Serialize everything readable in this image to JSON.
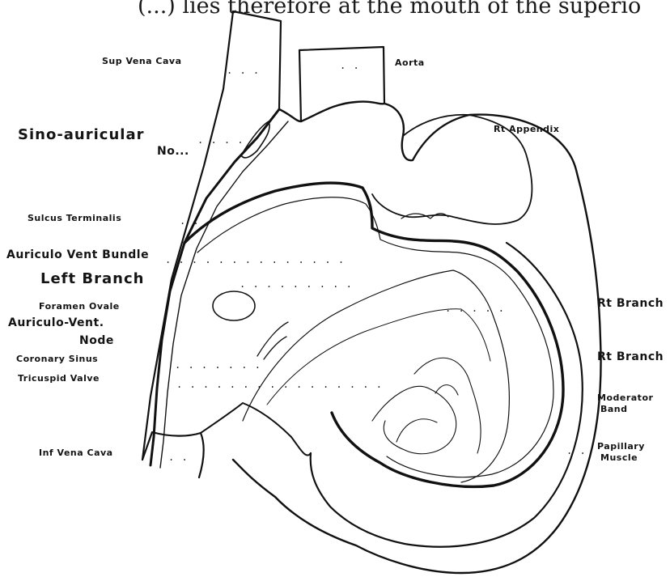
{
  "header": {
    "text": "(...) lies therefore at the mouth of the superio"
  },
  "labels": {
    "sup_vena_cava": "Sup Vena Cava",
    "aorta": "Aorta",
    "rt_appendix": "Rt Appendix",
    "sino_auricular": "Sino-auricular",
    "sino_node": "No...",
    "sulcus_terminalis": "Sulcus Terminalis",
    "auriculo_vent_bundle": "Auriculo Vent Bundle",
    "left_branch": "Left Branch",
    "foramen_ovale": "Foramen Ovale",
    "auriculo_vent": "Auriculo-Vent.",
    "node": "Node",
    "coronary_sinus": "Coronary Sinus",
    "tricuspid_valve": "Tricuspid Valve",
    "inf_vena_cava": "Inf Vena Cava",
    "rt_branch_upper": "Rt Branch",
    "rt_branch_lower": "Rt Branch",
    "moderator": "Moderator",
    "band": "Band",
    "papillary": "Papillary",
    "muscle": "Muscle"
  }
}
